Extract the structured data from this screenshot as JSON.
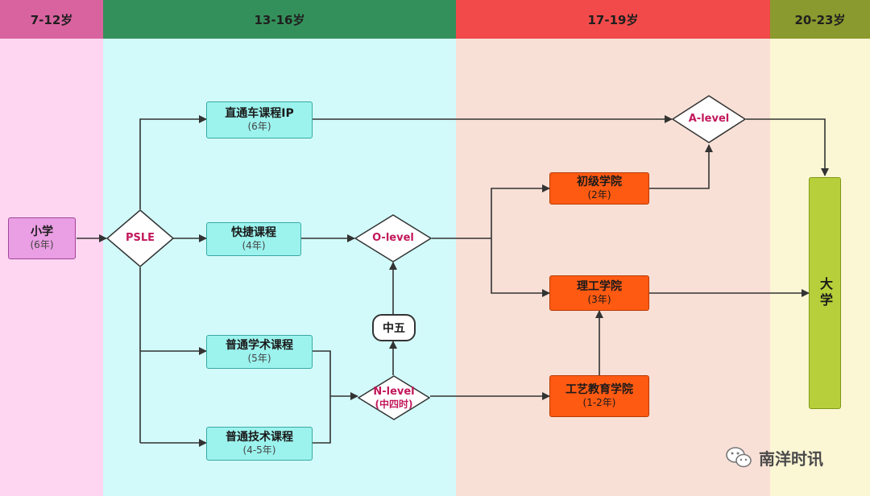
{
  "bands": [
    {
      "label": "7-12岁",
      "head": "#d9639f",
      "body": "#ffd6f1"
    },
    {
      "label": "13-16岁",
      "head": "#34905a",
      "body": "#d2fafa"
    },
    {
      "label": "17-19岁",
      "head": "#f24a4a",
      "body": "#f8e0d6"
    },
    {
      "label": "20-23岁",
      "head": "#8a9a2e",
      "body": "#fbf6d4"
    }
  ],
  "nodes": {
    "primary": {
      "title": "小学",
      "sub": "(6年)"
    },
    "psle": {
      "title": "PSLE"
    },
    "ip": {
      "title": "直通车课程IP",
      "sub": "(6年)"
    },
    "express": {
      "title": "快捷课程",
      "sub": "(4年)"
    },
    "normal_academic": {
      "title": "普通学术课程",
      "sub": "(5年)"
    },
    "normal_technical": {
      "title": "普通技术课程",
      "sub": "(4-5年)"
    },
    "o_level": {
      "title": "O-level"
    },
    "n_level": {
      "title": "N-level",
      "sub": "(中四时)"
    },
    "sec5": {
      "title": "中五"
    },
    "a_level": {
      "title": "A-level"
    },
    "junior_college": {
      "title": "初级学院",
      "sub": "(2年)"
    },
    "polytechnic": {
      "title": "理工学院",
      "sub": "(3年)"
    },
    "ite": {
      "title": "工艺教育学院",
      "sub": "(1-2年)"
    },
    "university": {
      "title": "大学"
    }
  },
  "brand": {
    "name": "南洋时讯",
    "icon": "wechat-icon"
  }
}
